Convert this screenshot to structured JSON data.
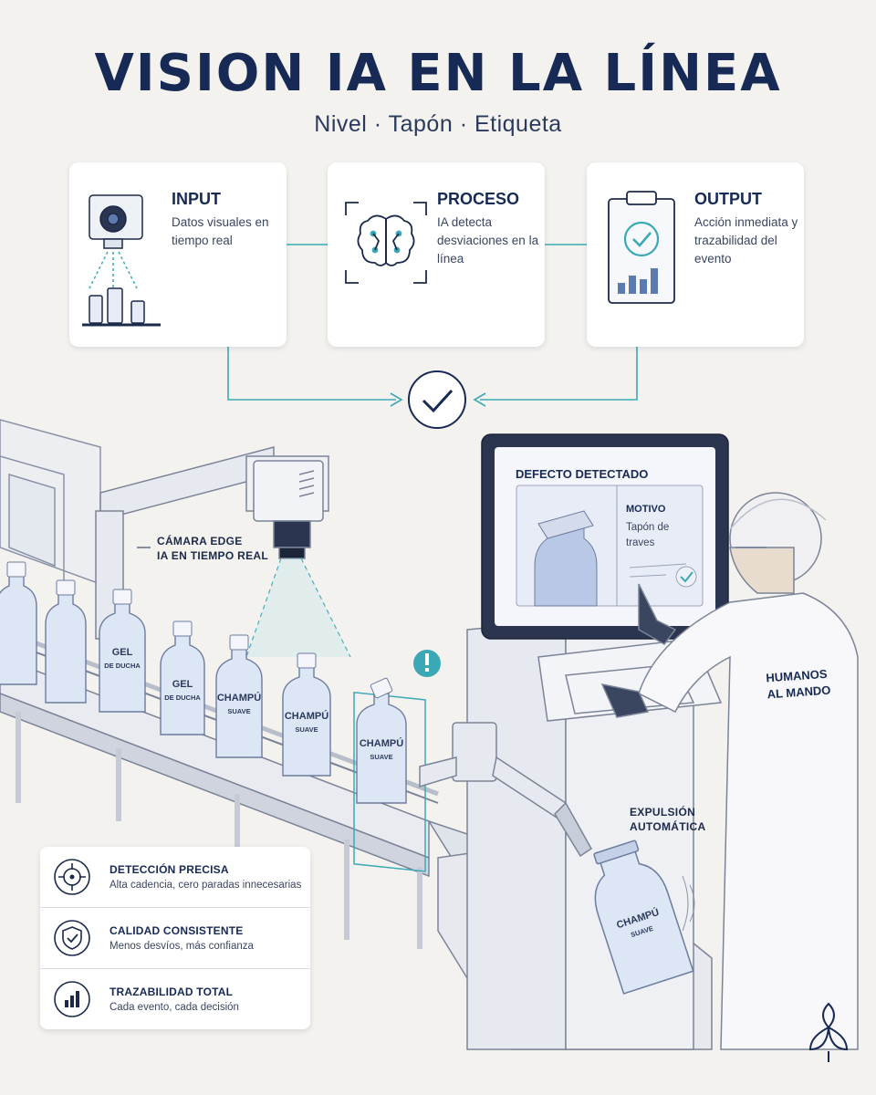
{
  "header": {
    "title": "VISION IA EN LA LÍNEA",
    "subtitle": "Nivel · Tapón · Etiqueta"
  },
  "flow": [
    {
      "title": "INPUT",
      "desc": "Datos visuales en tiempo real",
      "icon": "camera-icon"
    },
    {
      "title": "PROCESO",
      "desc": "IA detecta desviaciones en la línea",
      "icon": "brain-icon"
    },
    {
      "title": "OUTPUT",
      "desc": "Acción inmediata y trazabilidad del evento",
      "icon": "clipboard-check-icon"
    }
  ],
  "scene": {
    "camera_label": [
      "CÁMARA EDGE",
      "IA EN TIEMPO REAL"
    ],
    "ejection_label": [
      "EXPULSIÓN",
      "AUTOMÁTICA"
    ],
    "screen_title": "DEFECTO DETECTADO",
    "screen_motivo": "MOTIVO",
    "screen_reason": "Tapón de traves",
    "operator_label": [
      "HUMANOS",
      "AL MANDO"
    ],
    "bottle_gel": [
      "GEL",
      "DE DUCHA"
    ],
    "bottle_champu": [
      "CHAMPÚ",
      "SUAVE"
    ]
  },
  "benefits": [
    {
      "title": "DETECCIÓN PRECISA",
      "desc": "Alta cadencia, cero paradas innecesarias",
      "icon": "target-icon"
    },
    {
      "title": "CALIDAD CONSISTENTE",
      "desc": "Menos desvíos, más confianza",
      "icon": "shield-check-icon"
    },
    {
      "title": "TRAZABILIDAD TOTAL",
      "desc": "Cada evento, cada decisión",
      "icon": "bar-chart-icon"
    }
  ],
  "colors": {
    "navy": "#172a55",
    "teal": "#3aa9b5",
    "background": "#f4f2ee",
    "bottle": "#dde6f5"
  }
}
